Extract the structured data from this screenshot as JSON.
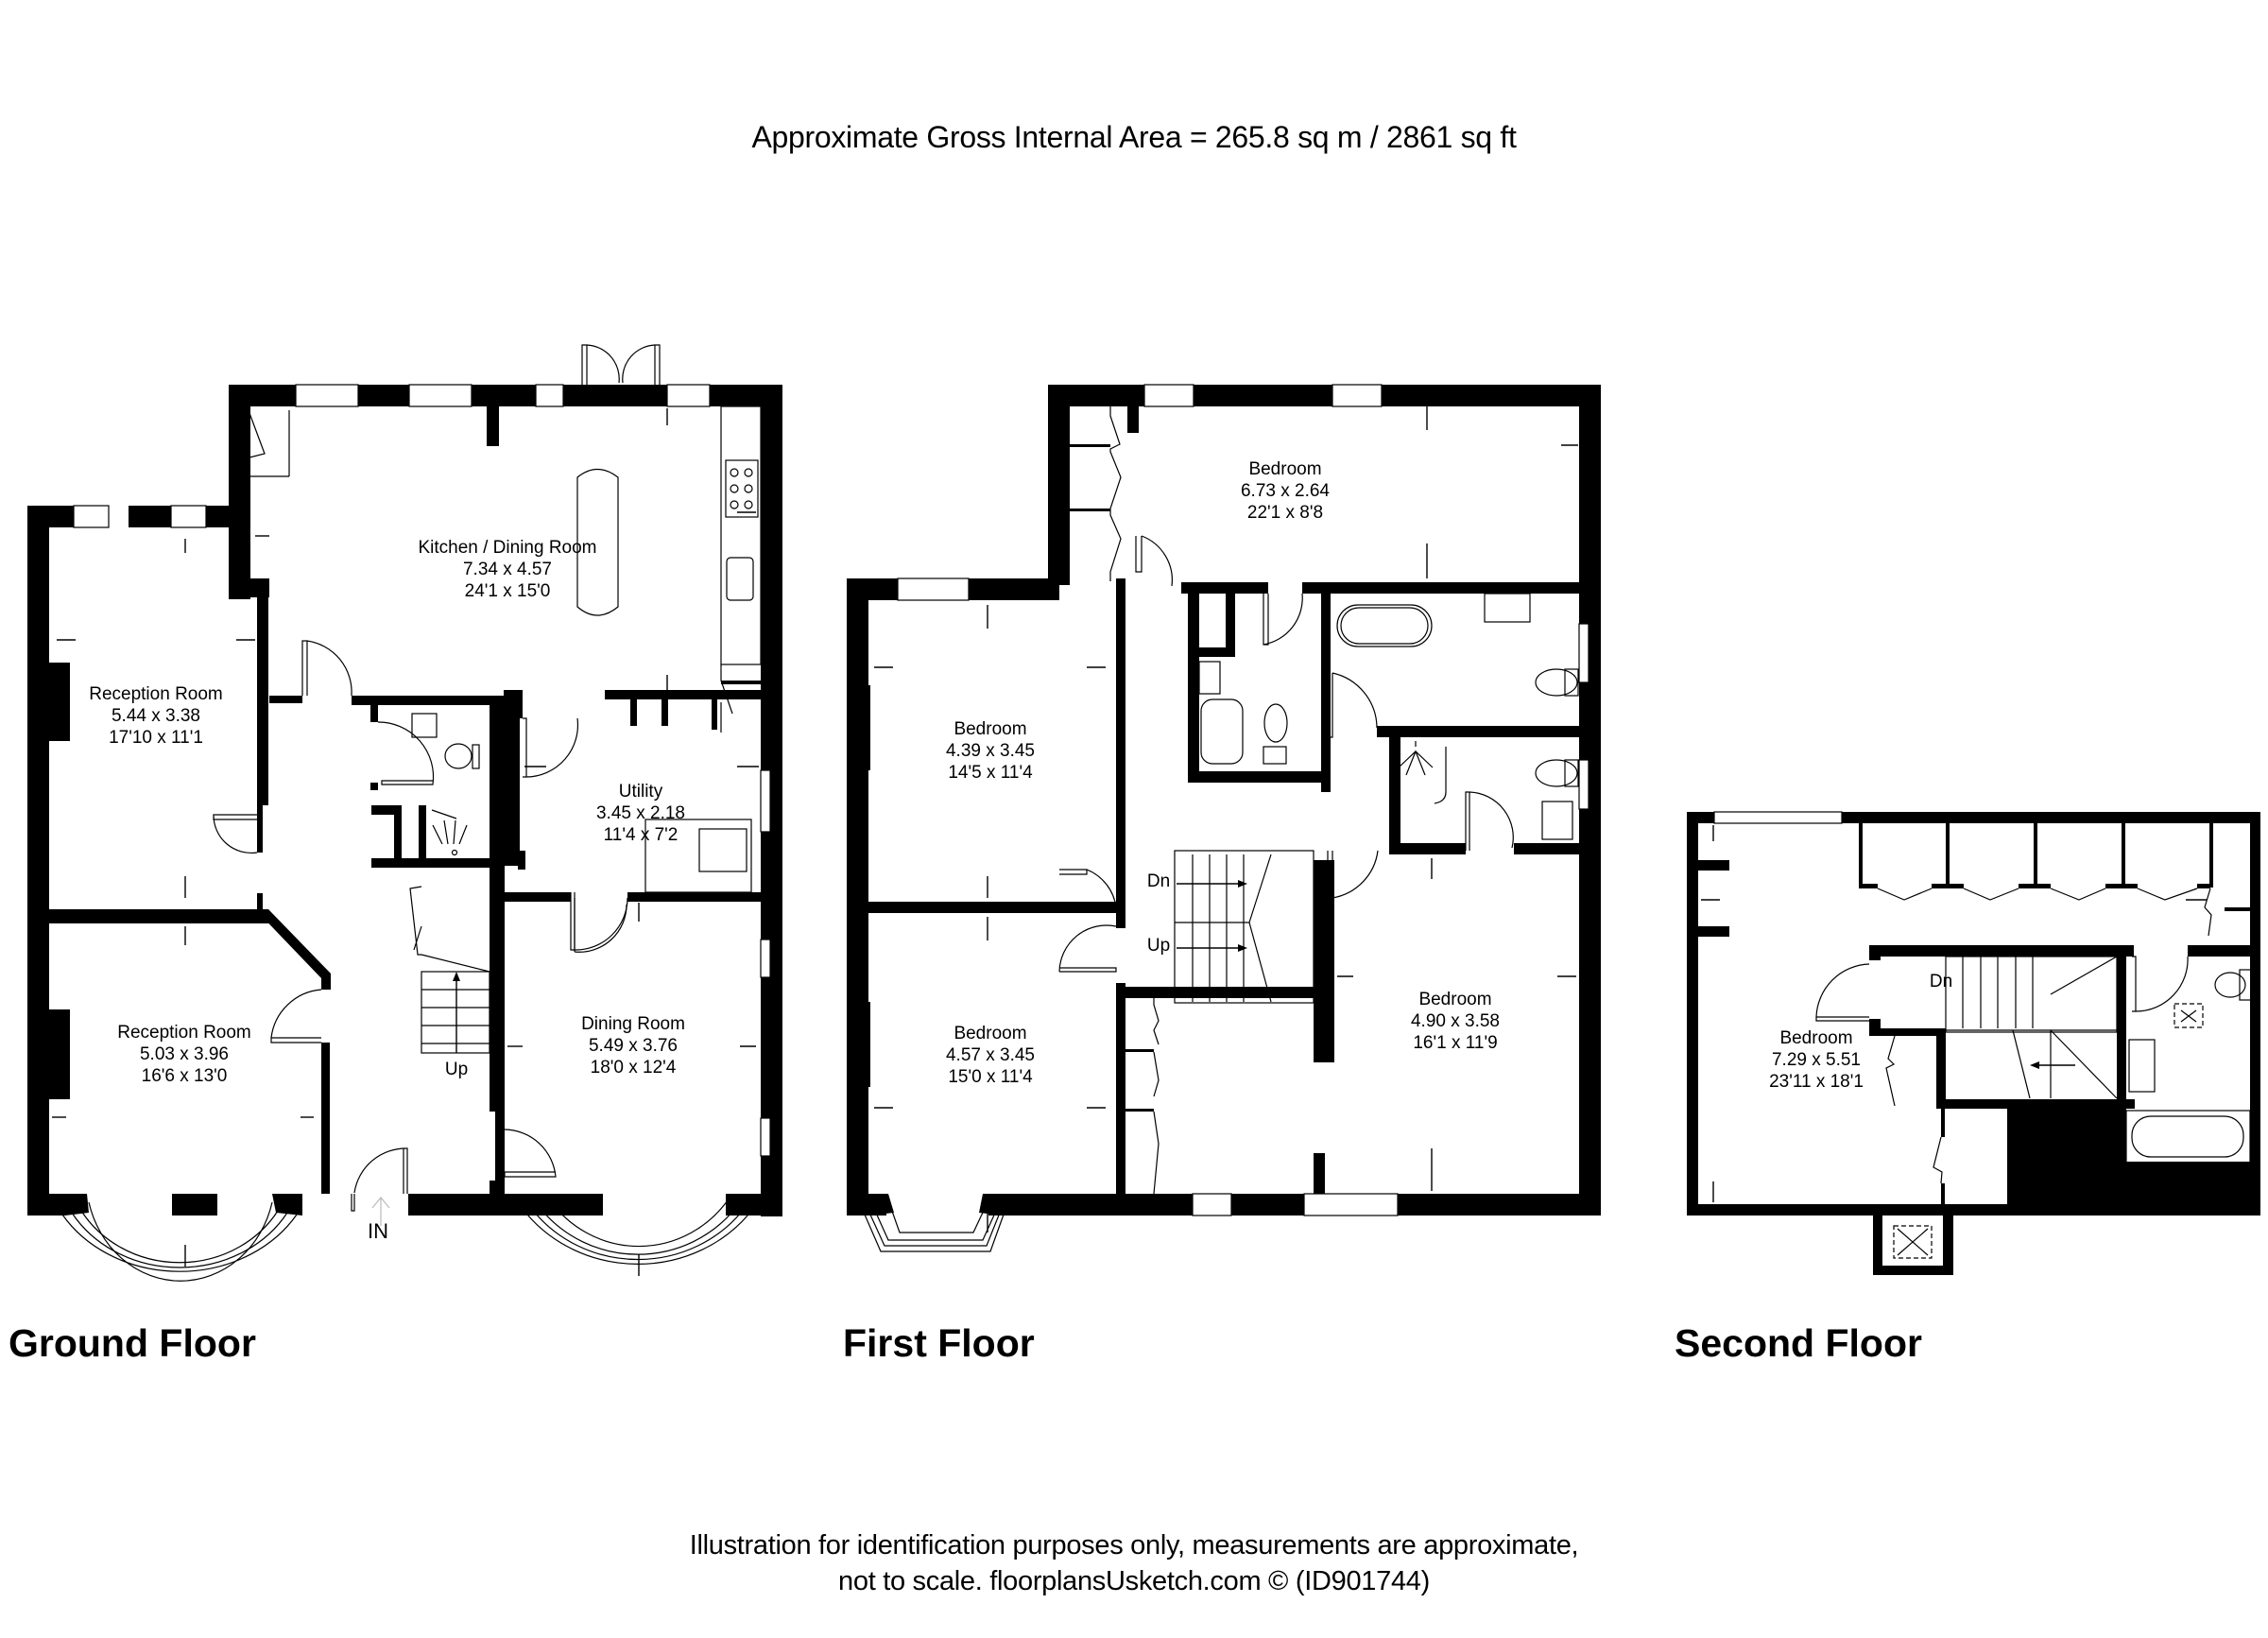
{
  "header": {
    "area_text": "Approximate Gross Internal Area = 265.8 sq m / 2861 sq ft"
  },
  "floors": [
    {
      "label": "Ground Floor",
      "rooms": [
        {
          "name": "Kitchen / Dining Room",
          "metric": "7.34 x 4.57",
          "imperial": "24'1 x 15'0"
        },
        {
          "name": "Reception Room",
          "metric": "5.44 x 3.38",
          "imperial": "17'10 x 11'1"
        },
        {
          "name": "Utility",
          "metric": "3.45 x 2.18",
          "imperial": "11'4 x 7'2"
        },
        {
          "name": "Reception Room",
          "metric": "5.03 x 3.96",
          "imperial": "16'6 x 13'0"
        },
        {
          "name": "Dining Room",
          "metric": "5.49 x 3.76",
          "imperial": "18'0 x 12'4"
        }
      ],
      "tags": {
        "stairs": "Up",
        "entrance": "IN"
      }
    },
    {
      "label": "First Floor",
      "rooms": [
        {
          "name": "Bedroom",
          "metric": "6.73 x 2.64",
          "imperial": "22'1 x 8'8"
        },
        {
          "name": "Bedroom",
          "metric": "4.39 x 3.45",
          "imperial": "14'5 x 11'4"
        },
        {
          "name": "Bedroom",
          "metric": "4.57 x 3.45",
          "imperial": "15'0 x 11'4"
        },
        {
          "name": "Bedroom",
          "metric": "4.90 x 3.58",
          "imperial": "16'1 x 11'9"
        }
      ],
      "tags": {
        "stairs_down": "Dn",
        "stairs_up": "Up"
      }
    },
    {
      "label": "Second Floor",
      "rooms": [
        {
          "name": "Bedroom",
          "metric": "7.29 x 5.51",
          "imperial": "23'11 x 18'1"
        }
      ],
      "tags": {
        "stairs_down": "Dn"
      }
    }
  ],
  "footer": {
    "line1": "Illustration for identification purposes only, measurements are approximate,",
    "line2": "not to scale. floorplansUsketch.com © (ID901744)"
  },
  "colors": {
    "wall": "#000000",
    "background": "#ffffff"
  }
}
